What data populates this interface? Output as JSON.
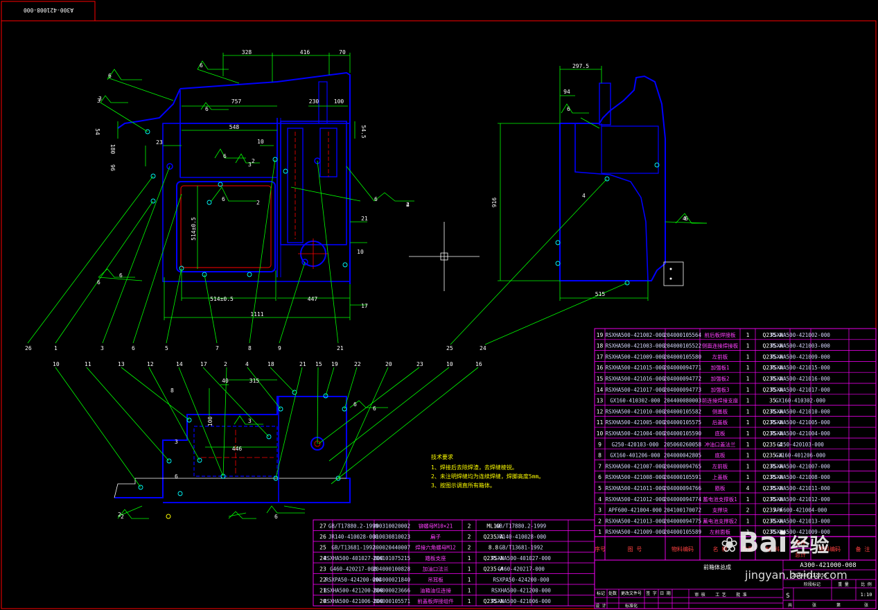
{
  "frame_code": "A300-421008-000",
  "dimensions": {
    "top_328": "328",
    "top_416": "416",
    "top_70": "70",
    "d_757": "757",
    "d_230": "230",
    "d_100": "100",
    "d_548": "548",
    "d_545": "54.5",
    "d_54": "54",
    "d_23": "23",
    "d_180": "180",
    "d_96": "96",
    "d_10": "10",
    "d_5145": "514±0.5",
    "d_5145b": "514±0.5",
    "d_447": "447",
    "d_1111": "1111",
    "d_21": "21",
    "d_10b": "10",
    "d_17": "17",
    "s_2975": "297.5",
    "s_94": "94",
    "s_916": "916",
    "s_515": "515",
    "b_40": "40",
    "b_315": "315",
    "b_446": "446",
    "b_3": "3",
    "b_100": "100"
  },
  "weld_symbols": [
    "6",
    "6",
    "3",
    "6",
    "6",
    "2",
    "2",
    "6",
    "4",
    "6",
    "6",
    "6",
    "6",
    "4",
    "6",
    "6",
    "6",
    "3",
    "6",
    "2"
  ],
  "leaders": {
    "row1": [
      "26",
      "1",
      "3",
      "6",
      "5",
      "7",
      "8",
      "9",
      "21"
    ],
    "side": [
      "25",
      "24"
    ],
    "row2": [
      "10",
      "11",
      "13",
      "12",
      "14",
      "17",
      "2",
      "4",
      "18",
      "21",
      "15",
      "19",
      "22",
      "20",
      "23",
      "10",
      "16"
    ],
    "misc": [
      "3",
      "6",
      "8",
      "2",
      "3",
      "2",
      "4"
    ]
  },
  "tech_notes": {
    "title": "技术要求",
    "items": [
      "1、焊接后去除焊渣，去焊缝棱锐。",
      "2、未注明焊缝均为连续焊缝，焊脚高度5mm。",
      "3、按图示调直所有箱体。"
    ]
  },
  "bom_right": [
    {
      "no": "19",
      "code": "RSXHA500-421002-000",
      "id": "204000105564",
      "name": "前后板焊接板",
      "qty": "1",
      "mat": "Q235-A",
      "ref": "RSXHA500-421002-000"
    },
    {
      "no": "18",
      "code": "RSXHA500-421003-000",
      "id": "204000105522",
      "name": "侧面连接焊接板",
      "qty": "1",
      "mat": "Q235-A",
      "ref": "RSXHA500-421003-000"
    },
    {
      "no": "17",
      "code": "RSXHA500-421009-000",
      "id": "204000105580",
      "name": "左前板",
      "qty": "1",
      "mat": "Q235-A",
      "ref": "RSXHA500-421009-000"
    },
    {
      "no": "16",
      "code": "RSXHA500-421015-000",
      "id": "204000094771",
      "name": "加强板1",
      "qty": "1",
      "mat": "Q235-A",
      "ref": "RSXHA500-421015-000"
    },
    {
      "no": "15",
      "code": "RSXHA500-421016-000",
      "id": "204000094772",
      "name": "加强板2",
      "qty": "1",
      "mat": "Q235-A",
      "ref": "RSXHA500-421016-000"
    },
    {
      "no": "14",
      "code": "RSXHA500-421017-000",
      "id": "204000094773",
      "name": "加强板3",
      "qty": "1",
      "mat": "Q235-A",
      "ref": "RSXHA500-421017-000"
    },
    {
      "no": "13",
      "code": "GX160-410302-000",
      "id": "204400080003",
      "name": "前连接焊接支座",
      "qty": "1",
      "mat": "35",
      "ref": "GX160-410302-000"
    },
    {
      "no": "12",
      "code": "RSXHA500-421010-000",
      "id": "204000105582",
      "name": "侧盖板",
      "qty": "1",
      "mat": "Q235-A",
      "ref": "RSXHA500-421010-000"
    },
    {
      "no": "11",
      "code": "RSXHA500-421005-000",
      "id": "204000105575",
      "name": "后盖板",
      "qty": "1",
      "mat": "Q235-A",
      "ref": "RSXHA500-421005-000"
    },
    {
      "no": "10",
      "code": "RSXHA500-421004-000",
      "id": "204000105590",
      "name": "底板",
      "qty": "1",
      "mat": "Q235-A",
      "ref": "RSXHA500-421004-000"
    },
    {
      "no": "9",
      "code": "G250-420103-000",
      "id": "205060260058",
      "name": "冲油口盖法兰",
      "qty": "1",
      "mat": "Q235-A",
      "ref": "G250-420103-000"
    },
    {
      "no": "8",
      "code": "GX160-401206-000",
      "id": "204000042805",
      "name": "底板",
      "qty": "1",
      "mat": "Q235-A",
      "ref": "GX160-401206-000"
    },
    {
      "no": "7",
      "code": "RSXHA500-421007-000",
      "id": "204000094765",
      "name": "左前板",
      "qty": "1",
      "mat": "Q235-A",
      "ref": "RSXHA500-421007-000"
    },
    {
      "no": "6",
      "code": "RSXHA500-421008-000",
      "id": "204000105591",
      "name": "上盖板",
      "qty": "1",
      "mat": "Q235-A",
      "ref": "RSXHA500-421008-000"
    },
    {
      "no": "5",
      "code": "RSXHA500-421011-000",
      "id": "204000094766",
      "name": "筋板",
      "qty": "4",
      "mat": "Q235-A",
      "ref": "RSXHA500-421011-000"
    },
    {
      "no": "4",
      "code": "RSXHA500-421012-000",
      "id": "204000094774",
      "name": "蓄电池支撑板1",
      "qty": "1",
      "mat": "Q235-A",
      "ref": "RSXHA500-421012-000"
    },
    {
      "no": "3",
      "code": "APF600-421004-000",
      "id": "204100170072",
      "name": "支撑块",
      "qty": "2",
      "mat": "Q235-A",
      "ref": "APF600-421004-000"
    },
    {
      "no": "2",
      "code": "RSXHA500-421013-000",
      "id": "204000094775",
      "name": "蓄电池支撑板2",
      "qty": "1",
      "mat": "Q235-A",
      "ref": "RSXHA500-421013-000"
    },
    {
      "no": "1",
      "code": "RSXHA500-421009-000",
      "id": "204000105589",
      "name": "左前面板",
      "qty": "1",
      "mat": "Q235-A",
      "ref": "RSXHA500-421009-000"
    }
  ],
  "bom_left": [
    {
      "no": "27",
      "code": "GB/T17880.2-1999",
      "id": "300310020002",
      "name": "铆螺母M10×21",
      "qty": "2",
      "mat": "ML10",
      "ref": "GB/T17880.2-1999"
    },
    {
      "no": "26",
      "code": "JR140-410028-000",
      "id": "310030810023",
      "name": "扁子",
      "qty": "2",
      "mat": "Q235-A",
      "ref": "JR140-410028-000"
    },
    {
      "no": "25",
      "code": "GB/T13681-1992",
      "id": "300020440007",
      "name": "焊接六角螺母M12",
      "qty": "2",
      "mat": "8.8",
      "ref": "GB/T13681-1992"
    },
    {
      "no": "24",
      "code": "RSXHA500-401027-000",
      "id": "204101075215",
      "name": "踏板支座",
      "qty": "1",
      "mat": "Q235-A",
      "ref": "RSXHA500-401027-000"
    },
    {
      "no": "23",
      "code": "G460-420217-000",
      "id": "204000100828",
      "name": "加油口法兰",
      "qty": "1",
      "mat": "Q235-A",
      "ref": "G460-420217-000"
    },
    {
      "no": "22",
      "code": "RSXPA50-424200-000",
      "id": "204000021840",
      "name": "吊耳板",
      "qty": "1",
      "mat": "",
      "ref": "RSXPA50-424200-000"
    },
    {
      "no": "21",
      "code": "RSXHA500-421200-000",
      "id": "204000023666",
      "name": "油箱油位连接",
      "qty": "1",
      "mat": "",
      "ref": "RSXHA500-421200-000"
    },
    {
      "no": "20",
      "code": "RSXHA500-421006-000",
      "id": "204000105571",
      "name": "前盖板焊接组件",
      "qty": "1",
      "mat": "Q235-A",
      "ref": "RSXHA500-421006-000"
    }
  ],
  "bom_header": {
    "no": "序号",
    "drawing": "图 号",
    "material_code": "物料编码",
    "name": "名 称",
    "qty": "数量",
    "mat": "材 料",
    "single": "单件",
    "total": "总计",
    "ref": "物料编码",
    "note": "备 注"
  },
  "title_block": {
    "drawing_no": "A300-421000-008",
    "sub_code": "201400132356",
    "product_name": "前箱体总成",
    "stage": "S",
    "scale": "1:10",
    "labels": [
      "标记",
      "处数",
      "更改文件号",
      "签 字",
      "日 期",
      "设 计",
      "标准化",
      "审 核",
      "工 艺",
      "批 准",
      "阶段标记",
      "重 量",
      "比 例",
      "共",
      "张",
      "第",
      "张"
    ]
  },
  "watermark": {
    "brand": "Bai",
    "brand2": "经验",
    "url": "jingyan.baidu.com"
  },
  "colors": {
    "background": "#000000",
    "part_outline": "#0000ff",
    "dimension": "#00ff00",
    "leader": "#00ff00",
    "cut_line": "#ff0000",
    "table_line": "#ff00ff",
    "table_name": "#ff40ff",
    "notes": "#ffff00",
    "frame": "#ff0000"
  }
}
